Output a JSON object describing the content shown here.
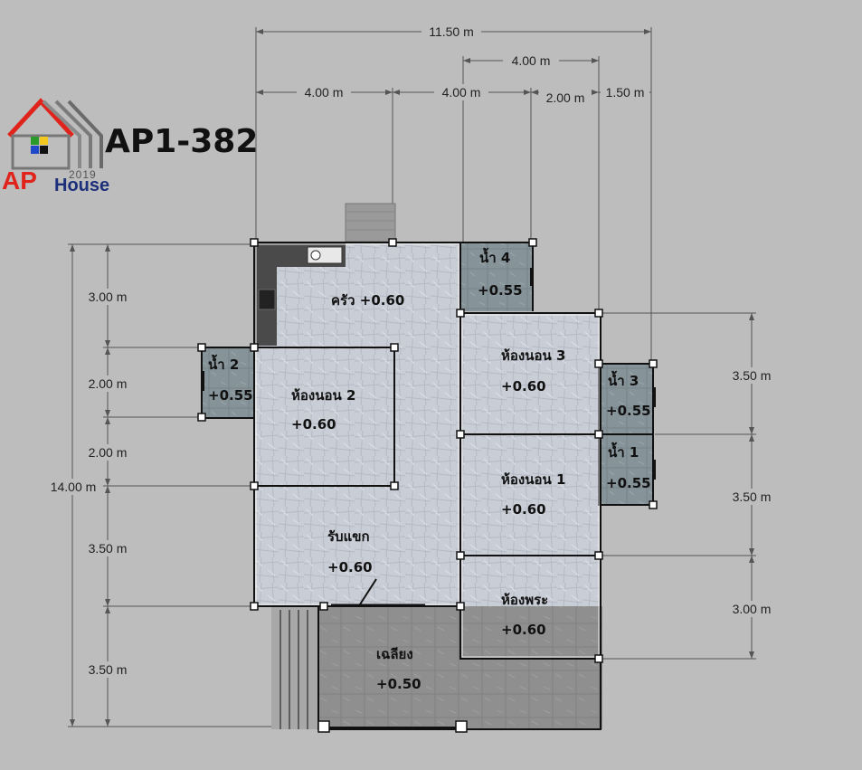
{
  "brand": {
    "plan_code": "AP1-382",
    "name_ap": "AP",
    "name_house": "House",
    "year": "2019",
    "colors": {
      "red": "#e0241b",
      "navy": "#1b2f7a",
      "green": "#2a9a2a",
      "yellow": "#f2c81e",
      "blue": "#1f49c9"
    }
  },
  "dimensions": {
    "top": [
      "11.50 m",
      "4.00 m",
      "4.00 m",
      "4.00 m",
      "2.00 m",
      "1.50 m"
    ],
    "left": [
      "14.00 m",
      "3.00 m",
      "2.00 m",
      "2.00 m",
      "3.50 m",
      "3.50 m"
    ],
    "right": [
      "3.50 m",
      "3.50 m",
      "3.00 m"
    ]
  },
  "rooms": {
    "kitchen": {
      "name": "ครัว",
      "level": "+0.60"
    },
    "bath4": {
      "name": "น้ำ 4",
      "level": "+0.55"
    },
    "bath2": {
      "name": "น้ำ 2",
      "level": "+0.55"
    },
    "bedroom2": {
      "name": "ห้องนอน 2",
      "level": "+0.60"
    },
    "bedroom3": {
      "name": "ห้องนอน 3",
      "level": "+0.60"
    },
    "bath3": {
      "name": "น้ำ 3",
      "level": "+0.55"
    },
    "bath1": {
      "name": "น้ำ 1",
      "level": "+0.55"
    },
    "bedroom1": {
      "name": "ห้องนอน 1",
      "level": "+0.60"
    },
    "living": {
      "name": "รับแขก",
      "level": "+0.60"
    },
    "shrine": {
      "name": "ห้องพระ",
      "level": "+0.60"
    },
    "terrace": {
      "name": "เฉลียง",
      "level": "+0.50"
    }
  }
}
